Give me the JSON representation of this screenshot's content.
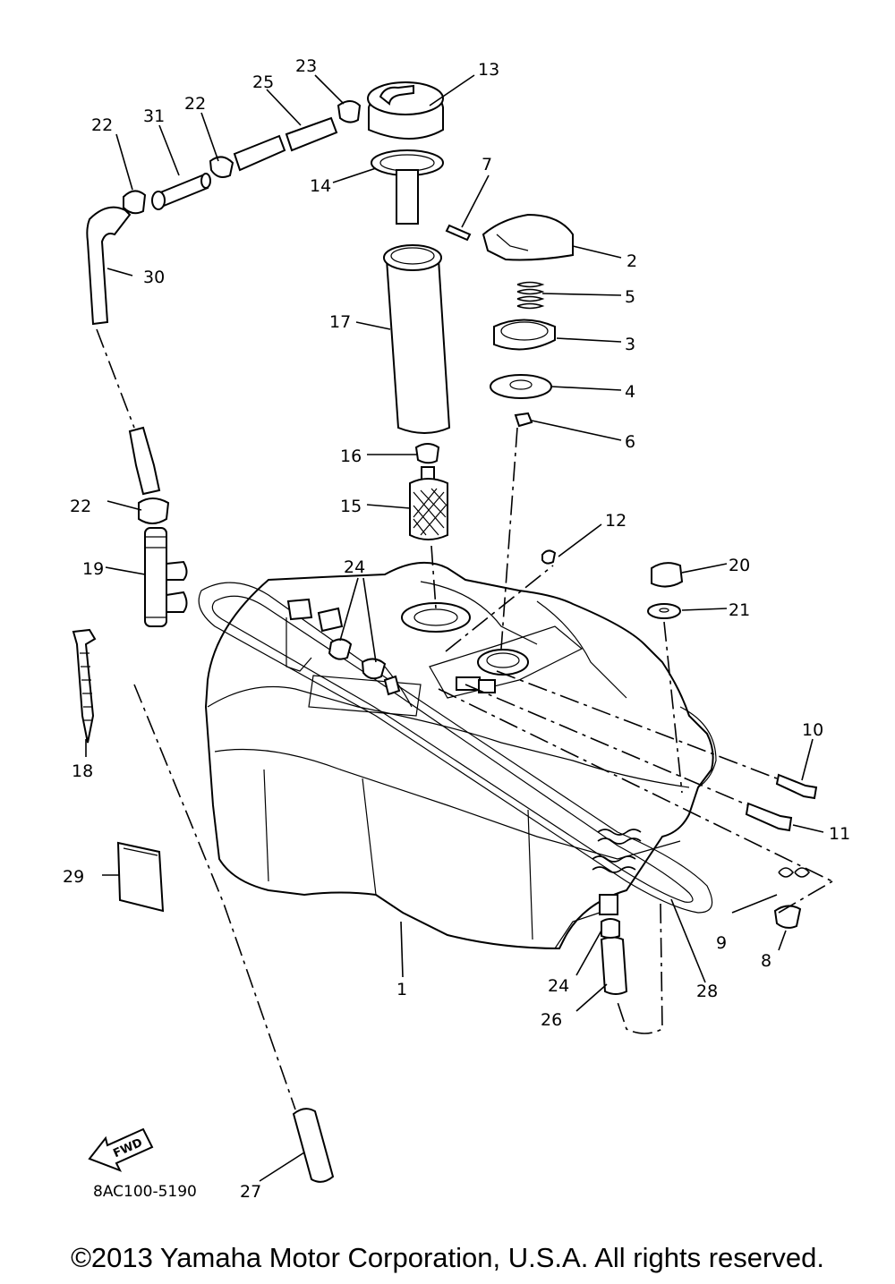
{
  "diagram": {
    "part_numbers": {
      "p1": "1",
      "p2": "2",
      "p3": "3",
      "p4": "4",
      "p5": "5",
      "p6": "6",
      "p7": "7",
      "p8": "8",
      "p9": "9",
      "p10": "10",
      "p11": "11",
      "p12": "12",
      "p13": "13",
      "p14": "14",
      "p15": "15",
      "p16": "16",
      "p17": "17",
      "p18": "18",
      "p19": "19",
      "p20": "20",
      "p21": "21",
      "p22a": "22",
      "p22b": "22",
      "p22c": "22",
      "p23": "23",
      "p24a": "24",
      "p24b": "24",
      "p25": "25",
      "p26": "26",
      "p27": "27",
      "p28": "28",
      "p29": "29",
      "p30": "30",
      "p31": "31"
    },
    "fwd_label": "FWD",
    "drawing_code": "8AC100-5190"
  },
  "footer": {
    "copyright": "©2013 Yamaha Motor Corporation, U.S.A. All rights reserved."
  }
}
